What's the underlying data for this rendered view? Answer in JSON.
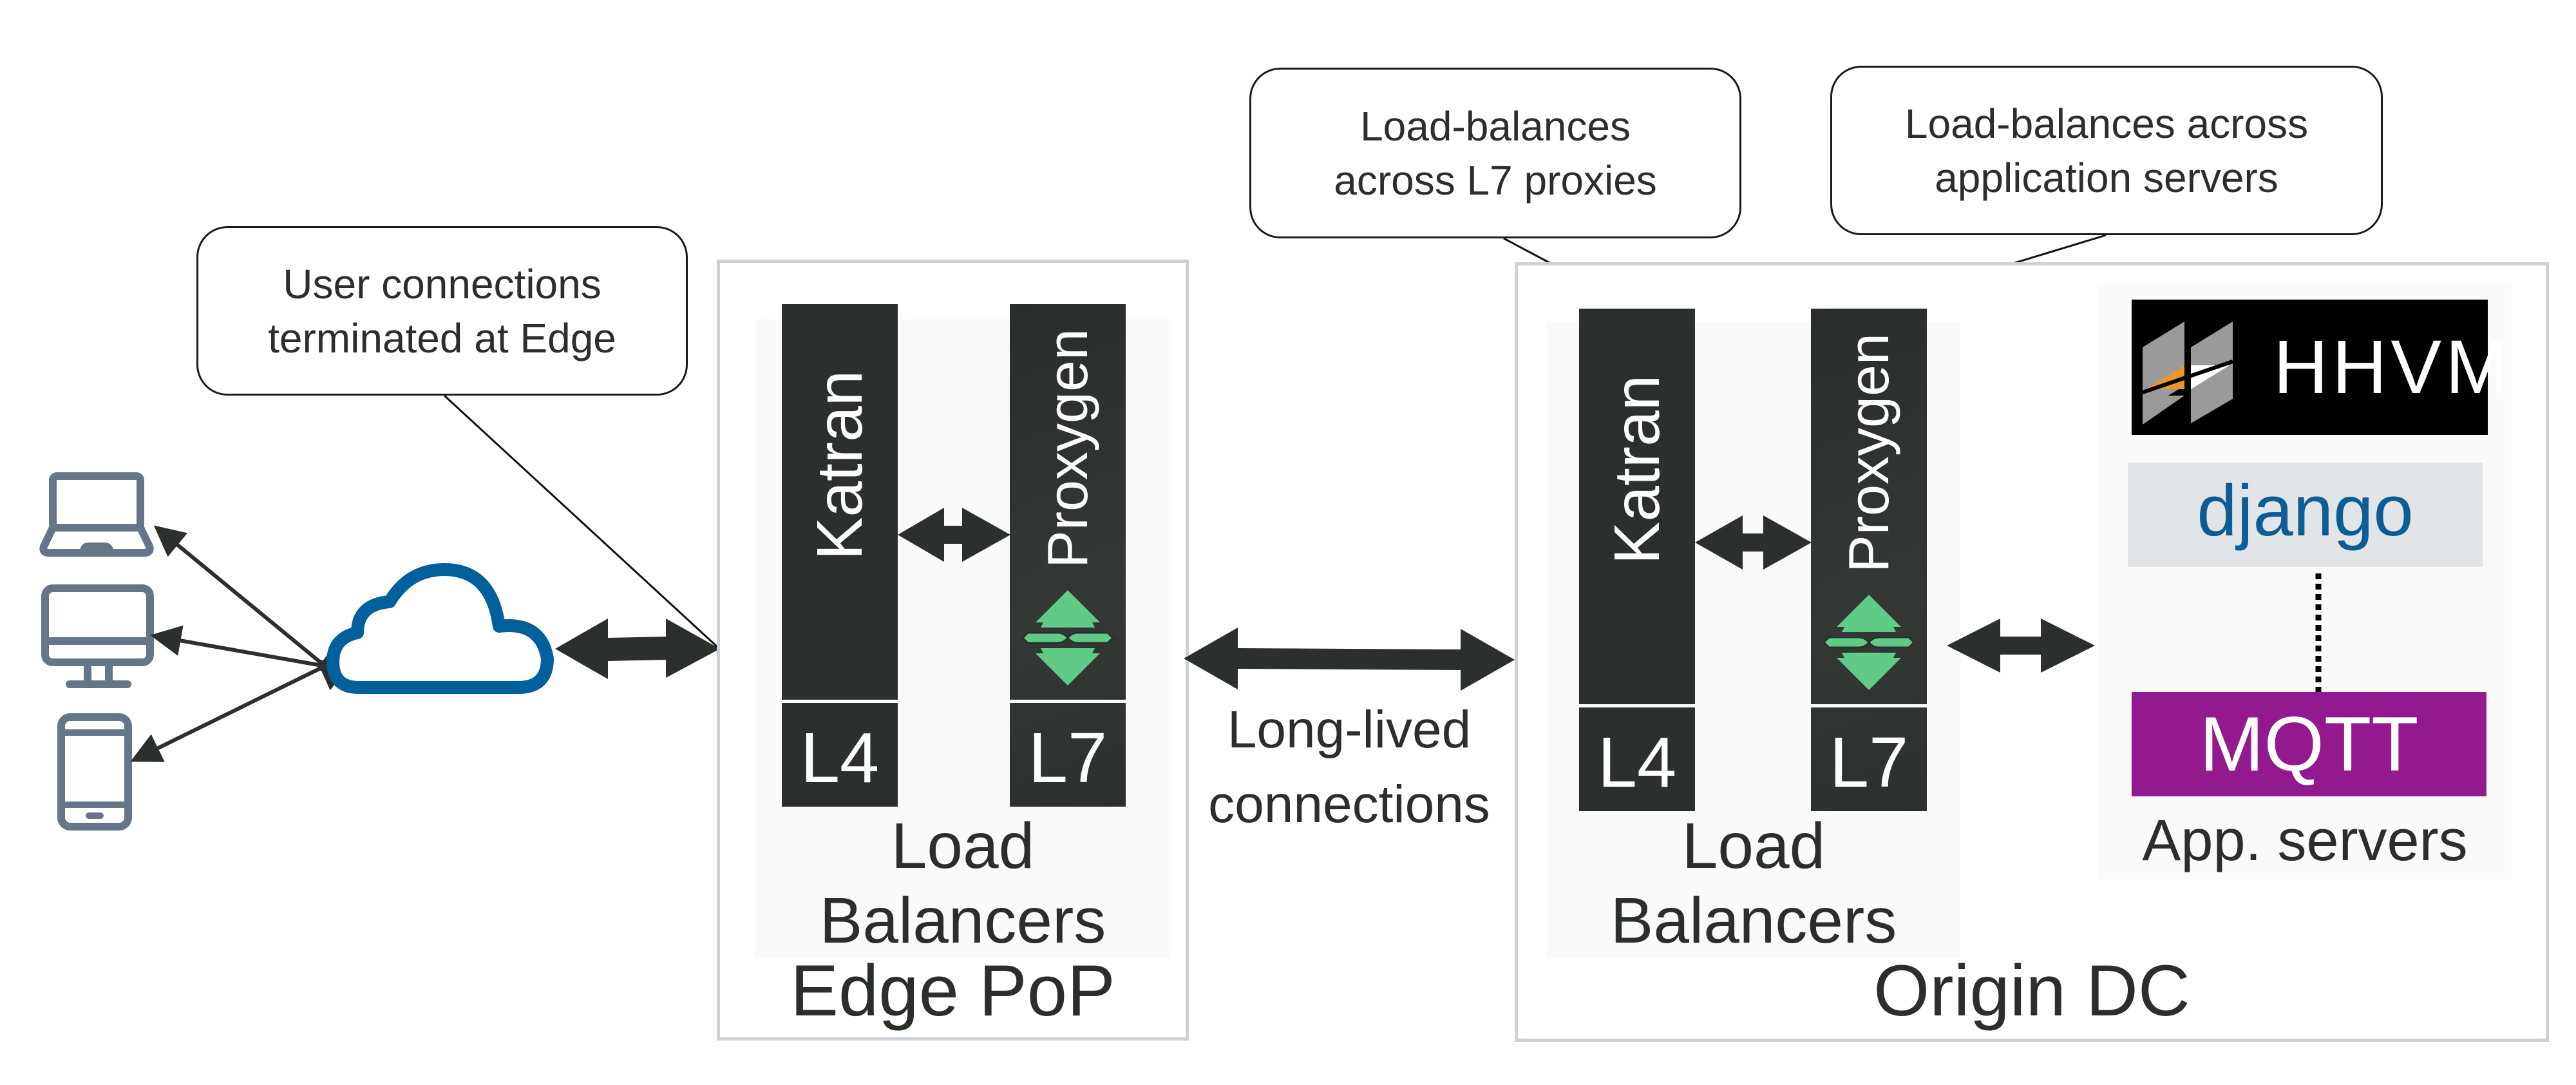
{
  "colors": {
    "ink": "#2c302d",
    "device_gray": "#667588",
    "cloud_blue": "#00609c",
    "region_border": "#ccd1d6",
    "proxygen_green": "#5fcb86",
    "hhvm_orange": "#e8972b",
    "django_blue": "#0c5c96",
    "mqtt_purple": "#93198f"
  },
  "clients": {
    "devices": [
      {
        "icon": "laptop-icon"
      },
      {
        "icon": "desktop-monitor-icon"
      },
      {
        "icon": "smartphone-icon"
      }
    ],
    "network_icon": "cloud-icon"
  },
  "callouts": {
    "edge": {
      "lines": [
        "User connections",
        "terminated at Edge"
      ]
    },
    "l4": {
      "lines": [
        "Load-balances",
        "across L7 proxies"
      ]
    },
    "l7": {
      "lines": [
        "Load-balances across",
        "application servers"
      ]
    }
  },
  "edge_pop": {
    "title": "Edge PoP",
    "load_balancers": {
      "label_lines": [
        "Load",
        "Balancers"
      ],
      "l4": {
        "name": "Katran",
        "layer": "L4"
      },
      "l7": {
        "name": "Proxygen",
        "layer": "L7",
        "logo": "proxygen-logo-icon"
      }
    }
  },
  "link": {
    "label_lines": [
      "Long-lived",
      "connections"
    ]
  },
  "origin_dc": {
    "title": "Origin DC",
    "load_balancers": {
      "label_lines": [
        "Load",
        "Balancers"
      ],
      "l4": {
        "name": "Katran",
        "layer": "L4"
      },
      "l7": {
        "name": "Proxygen",
        "layer": "L7",
        "logo": "proxygen-logo-icon"
      }
    },
    "app_servers": {
      "label": "App. servers",
      "hhvm": "HHVM",
      "django": "django",
      "mqtt": "MQTT"
    }
  }
}
